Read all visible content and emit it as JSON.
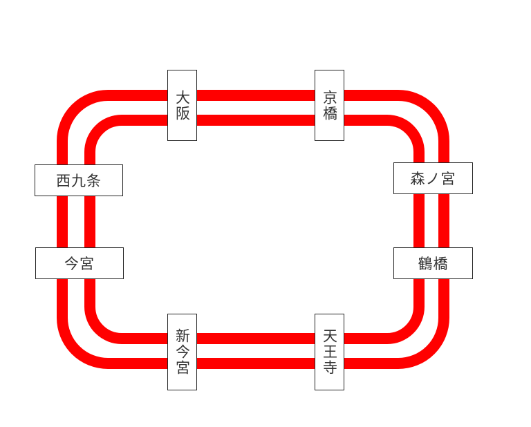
{
  "title": "Osaka Loop Line",
  "line_color": "#ff0000",
  "stations": {
    "osaka": "大阪",
    "kyobashi": "京橋",
    "nishikujo": "西九条",
    "morinomiya": "森ノ宮",
    "imamiya": "今宮",
    "tsuruhashi": "鶴橋",
    "shin_imamiya": "新今宮",
    "tennoji": "天王寺"
  }
}
